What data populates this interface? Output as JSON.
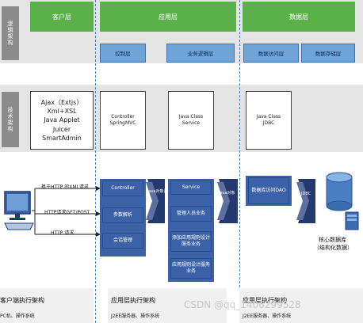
{
  "row_labels": {
    "logical": "逻辑架构",
    "technical": "技术架构"
  },
  "layers": {
    "client": "客户层",
    "application": "应用层",
    "data": "数据层"
  },
  "sub_layers": {
    "control": "控制层",
    "business_logic": "业务逻辑层",
    "data_access": "数据访问层",
    "data_storage": "数据存储层"
  },
  "tech": {
    "ajax": [
      "Ajax（Extjs）",
      "Xml+XSL",
      "Java Applet",
      "Juicer",
      "SmartAdmin"
    ],
    "controller": [
      "Controller",
      "SpringMVC"
    ],
    "service": [
      "Java Class",
      "Service"
    ],
    "jdbc": [
      "Java Class",
      "JDBC"
    ]
  },
  "requests": {
    "xml": "基于HTTP 的XML请求",
    "get_post": "HTTP请求GET/POST",
    "http": "HTTP 请求"
  },
  "app_boxes": {
    "controller": "Controller",
    "param_parse": "参数解析",
    "session": "会话管理",
    "service": "Service",
    "personnel": "管理人员业务",
    "add_rule": "添加应用规则设计服务业务",
    "app_design": "应用规则设计服务业务",
    "dao": "数据库访问DAO"
  },
  "connectors": {
    "java_call_1": "Java对象调用",
    "java_call_2": "Java对象",
    "jdbc": "JDBC"
  },
  "db_caption": [
    "核心数据库",
    "（结构化数据）"
  ],
  "bottom": {
    "client_title": "客户端执行架构",
    "client_sub": "PC机、操作系统",
    "app_title": "应用层执行架构",
    "app_sub": "J2EE服务器、操作系统",
    "data_title": "应用层执行架构",
    "data_sub": "J2EE服务器、操作系统"
  },
  "watermark": "CSDN @qq_1406299528",
  "colors": {
    "green": "#5cb24a",
    "light_blue": "#6ea4d8",
    "dark_blue": "#3b62a8",
    "band_gray": "#e4e4e4",
    "dash_blue": "#4c86c6"
  }
}
